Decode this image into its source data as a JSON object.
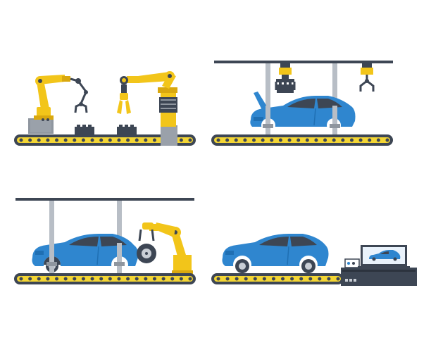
{
  "colors": {
    "background": "#ffffff",
    "conveyor_frame": "#3d4654",
    "conveyor_belt": "#f3d534",
    "conveyor_roller": "#3d4654",
    "robot_yellow": "#f2c51a",
    "robot_yellow_dark": "#d9a80f",
    "robot_joint": "#3d4654",
    "pillar": "#b8bec6",
    "pillar_base": "#8f969f",
    "rail": "#3d4654",
    "car_body": "#2f86cf",
    "car_body_dark": "#1f6fb3",
    "car_window": "#3d4654",
    "tire": "#3d4654",
    "rim": "#c9ced5",
    "engine_block": "#3d4654",
    "computer_base": "#3d4654",
    "monitor_screen": "#e9f2fb",
    "monitor_frame": "#3d4654"
  },
  "panels": [
    {
      "name": "robot-arms-assembly",
      "icons": [
        "robot-arm-icon",
        "gripper-icon",
        "engine-part-icon"
      ]
    },
    {
      "name": "car-body-assembly",
      "icons": [
        "overhead-rail-icon",
        "car-icon",
        "gripper-icon"
      ]
    },
    {
      "name": "wheel-mounting",
      "icons": [
        "overhead-rail-icon",
        "car-icon",
        "wheel-icon",
        "robot-arm-icon"
      ]
    },
    {
      "name": "finished-car-inspection",
      "icons": [
        "car-icon",
        "computer-icon",
        "monitor-icon"
      ]
    }
  ]
}
